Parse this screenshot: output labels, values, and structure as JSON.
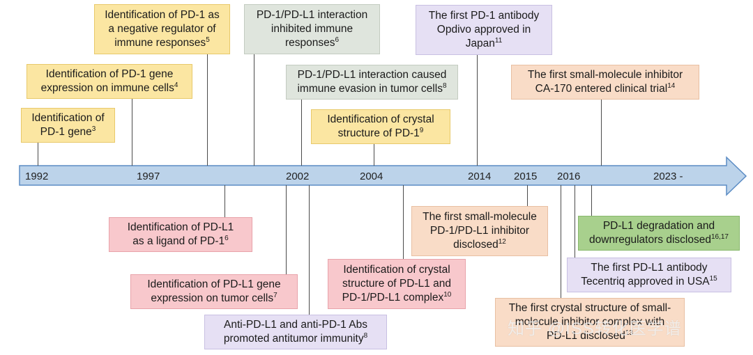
{
  "years": [
    "1992",
    "1997",
    "2002",
    "2004",
    "2014",
    "2015",
    "2016",
    "2023 -"
  ],
  "events": {
    "pd1_gene": {
      "lines": [
        "Identification of",
        "PD-1 gene"
      ],
      "ref": "3"
    },
    "pd1_expression": {
      "lines": [
        "Identification of  PD-1 gene",
        "expression on  immune cells"
      ],
      "ref": "4"
    },
    "pd1_negative_regulator": {
      "lines": [
        "Identification of PD-1 as",
        "a negative regulator of",
        "immune responses"
      ],
      "ref": "5"
    },
    "interaction_inhibited": {
      "lines": [
        "PD-1/PD-L1 interaction",
        "inhibited immune",
        "responses"
      ],
      "ref": "6"
    },
    "immune_evasion": {
      "lines": [
        "PD-1/PD-L1 interaction caused",
        "immune evasion in tumor cells"
      ],
      "ref": "8"
    },
    "pd1_crystal": {
      "lines": [
        "Identification of  crystal",
        "structure of PD-1"
      ],
      "ref": "9"
    },
    "opdivo": {
      "lines": [
        "The first PD-1 antibody",
        "Opdivo approved in",
        "Japan"
      ],
      "ref": "11"
    },
    "ca170": {
      "lines": [
        "The first small-molecule inhibitor",
        "CA-170  entered clinical trial"
      ],
      "ref": "14"
    },
    "pdl1_ligand": {
      "lines": [
        "Identification of  PD-L1",
        "as a ligand of PD-1"
      ],
      "ref": "6"
    },
    "pdl1_expression": {
      "lines": [
        "Identification of  PD-L1 gene",
        "expression on tumor cells"
      ],
      "ref": "7"
    },
    "antibodies_antitumor": {
      "lines": [
        "Anti-PD-L1 and anti-PD-1 Abs",
        "promoted antitumor immunity"
      ],
      "ref": "8"
    },
    "first_small_molecule": {
      "lines": [
        "The first small-molecule",
        "PD-1/PD-L1 inhibitor",
        "disclosed"
      ],
      "ref": "12"
    },
    "pdl1_crystal": {
      "lines": [
        "Identification of  crystal",
        "structure of PD-L1 and",
        "PD-1/PD-L1 complex"
      ],
      "ref": "10"
    },
    "degradation": {
      "lines": [
        "PD-L1 degradation and",
        "downregulators disclosed"
      ],
      "ref": "16,17"
    },
    "tecentriq": {
      "lines": [
        "The first PD-L1 antibody",
        "Tecentriq approved in USA"
      ],
      "ref": "15"
    },
    "crystal_complex": {
      "lines": [
        "The first crystal structure of small-",
        "molecule inhibitor complex with",
        "PD-L1 disclosed"
      ],
      "ref": "13"
    }
  },
  "watermark": "知乎 @ISS转化医学谱",
  "colors": {
    "timeline_fill": "#bcd3ea",
    "timeline_border": "#5b8cc4",
    "yellow": "#fbe6a2",
    "gray": "#dfe5dd",
    "lavender": "#e6e0f4",
    "peach": "#f9dcc7",
    "pink": "#f8c8cc",
    "green": "#a8d08d"
  }
}
